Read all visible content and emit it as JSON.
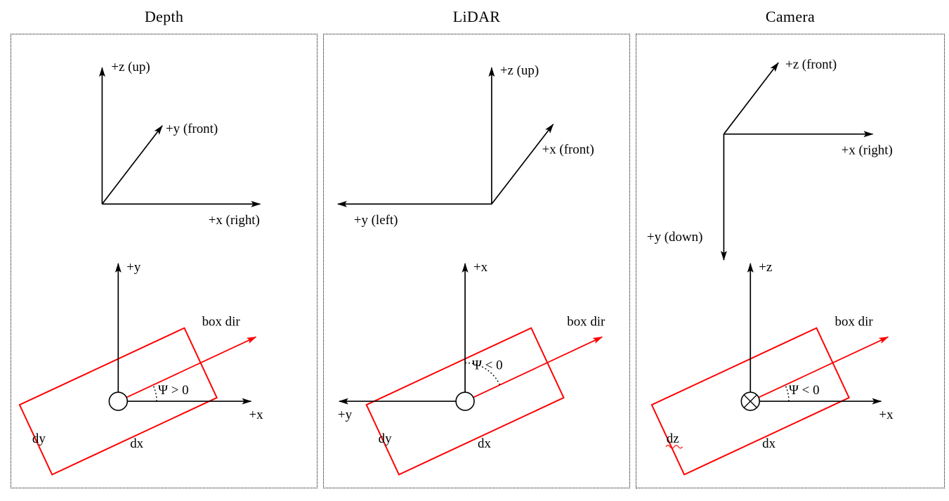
{
  "colors": {
    "axis": "#000000",
    "box": "#fe0000"
  },
  "panels": {
    "depth": {
      "title": "Depth",
      "axes3d": {
        "up": "+z (up)",
        "front": "+y (front)",
        "right": "+x (right)"
      },
      "box2d": {
        "vertical": "+y",
        "horizontal": "+x",
        "box_dir": "box dir",
        "angle": "Ψ > 0",
        "width_label": "dy",
        "length_label": "dx"
      }
    },
    "lidar": {
      "title": "LiDAR",
      "axes3d": {
        "up": "+z (up)",
        "front": "+x (front)",
        "left": "+y (left)"
      },
      "box2d": {
        "vertical": "+x",
        "horizontal": "+y",
        "box_dir": "box dir",
        "angle": "Ψ < 0",
        "width_label": "dy",
        "length_label": "dx"
      }
    },
    "camera": {
      "title": "Camera",
      "axes3d": {
        "front": "+z (front)",
        "right": "+x (right)",
        "down": "+y (down)"
      },
      "box2d": {
        "vertical": "+z",
        "horizontal": "+x",
        "box_dir": "box dir",
        "angle": "Ψ < 0",
        "width_label": "dz",
        "length_label": "dx"
      }
    }
  }
}
